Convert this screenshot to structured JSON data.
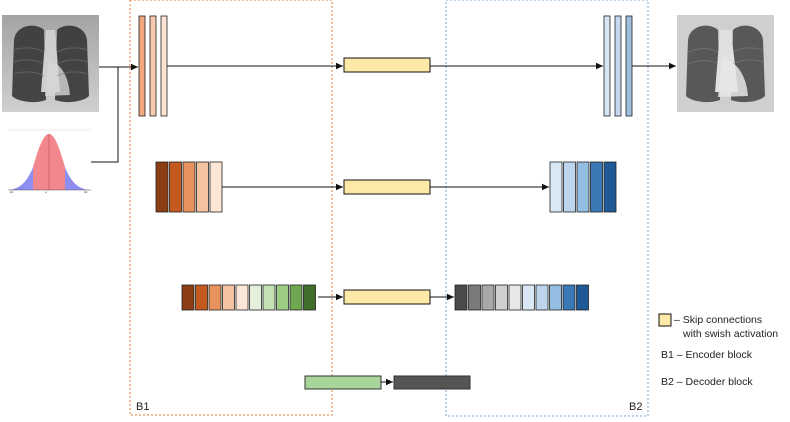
{
  "labels": {
    "b1": "B1",
    "b2": "B2"
  },
  "legend": {
    "skip_line1": "– Skip connections",
    "skip_line2": "with swish activation",
    "encoder": "B1 – Encoder block",
    "decoder": "B2 – Decoder block"
  },
  "colors": {
    "encoder_frame": "#e8945a",
    "decoder_frame": "#8fb4dd",
    "skip_block": "#fce9a8",
    "bottleneck_green": "#a9d49a",
    "bottleneck_dark": "#555555",
    "arrow": "#111111"
  },
  "blocks": {
    "level1_encoder": [
      "#f0a880",
      "#f6c8ac",
      "#fbe3d4"
    ],
    "level1_decoder": [
      "#d7e5f3",
      "#c4d8ee",
      "#9fbfdf"
    ],
    "level2_encoder": [
      "#8b3e14",
      "#c45a1f",
      "#e8935f",
      "#f3c2a0",
      "#fbe6d8"
    ],
    "level2_decoder": [
      "#dae8f5",
      "#bcd5ec",
      "#94bde2",
      "#3a78b6",
      "#1f5a97"
    ],
    "level3_encoder": [
      "#8b3e14",
      "#c45a1f",
      "#e8935f",
      "#f3c2a0",
      "#fbe6d8",
      "#e4efdc",
      "#c5e0b4",
      "#9fcc85",
      "#6ea850",
      "#3e6e2a"
    ],
    "level3_decoder": [
      "#4a4a4a",
      "#7a7a7a",
      "#a9a9a9",
      "#d0d0d0",
      "#e8e8e8",
      "#dae8f5",
      "#bcd5ec",
      "#94bde2",
      "#3a78b6",
      "#1f5a97"
    ]
  },
  "images": {
    "input_xray": "chest-xray-input",
    "output_xray": "chest-xray-output",
    "noise_distribution": "gaussian-noise-distribution"
  }
}
